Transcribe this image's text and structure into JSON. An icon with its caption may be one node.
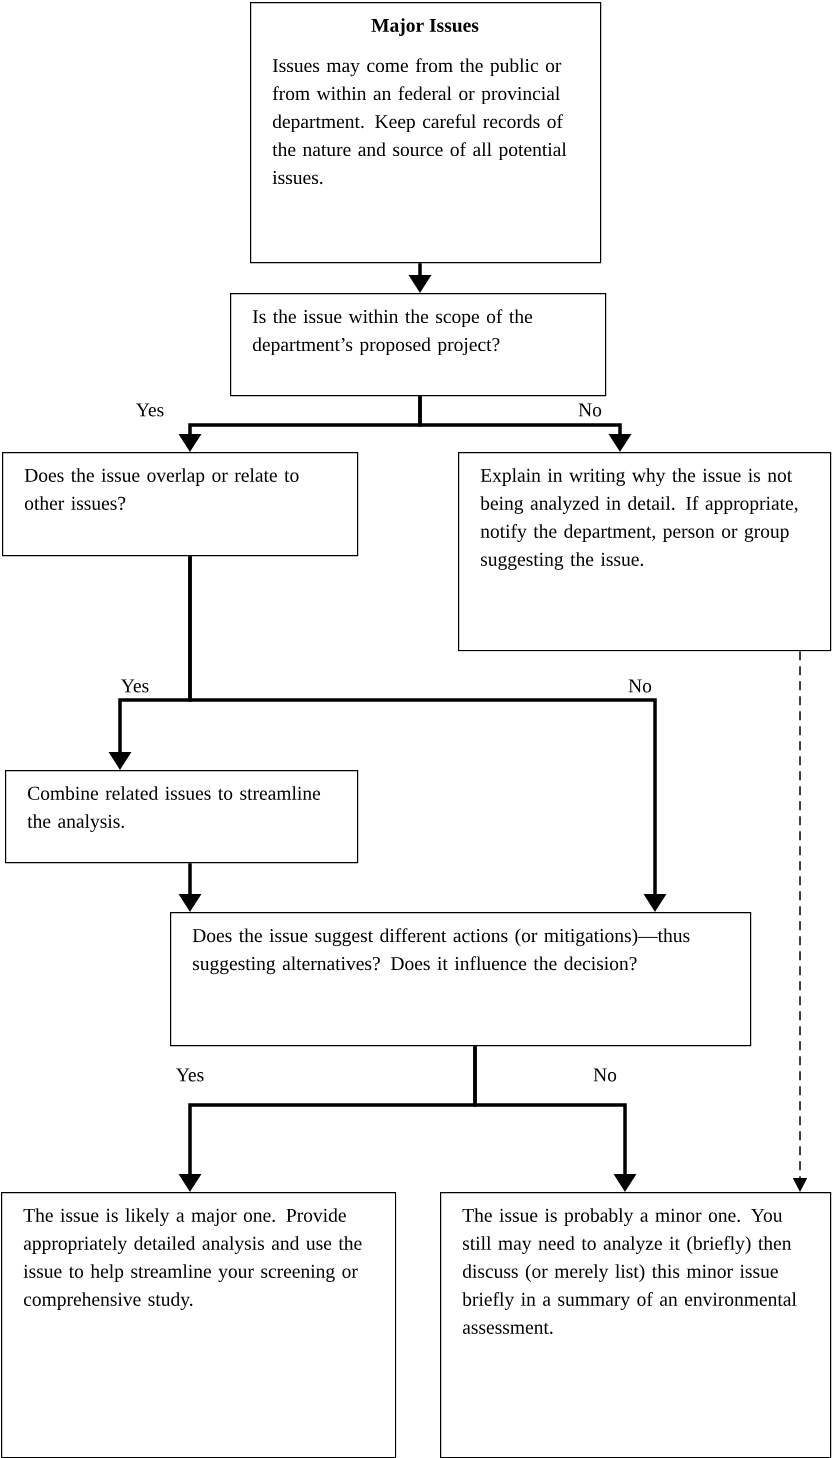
{
  "diagram": {
    "nodes": [
      {
        "text": [
          "Major Issues",
          "Issues may come from the public or from within an federal or provincial department. Keep careful records of the nature and source of all potential issues."
        ]
      },
      {
        "text": [
          "Is the issue within the scope of the department’s proposed project?"
        ]
      },
      {
        "text": [
          "Does the issue overlap or relate to other issues?"
        ]
      },
      {
        "text": [
          "Explain in writing why the issue is not being analyzed in detail. If appropriate, notify the department, person or group suggesting the issue."
        ]
      },
      {
        "text": [
          "Combine related issues to streamline the analysis."
        ]
      },
      {
        "text": [
          "Does the issue suggest different actions (or mitigations)—thus suggesting alternatives? Does it influence the decision?"
        ]
      },
      {
        "text": [
          "The issue is likely a major one. Provide appropriately detailed analysis and use the issue to help streamline your screening or comprehensive study."
        ]
      },
      {
        "text": [
          "The issue is probably a minor one. You still may need to analyze it (briefly) then discuss (or merely list) this minor issue briefly in a summary of an environmental assessment."
        ]
      }
    ],
    "edges": [
      {
        "from": 0,
        "to": 1,
        "arrow": "to"
      },
      {
        "from": 1,
        "to": 2,
        "arrow": "to",
        "label": "Yes"
      },
      {
        "from": 1,
        "to": 3,
        "arrow": "to",
        "label": "No"
      },
      {
        "from": 2,
        "to": 4,
        "arrow": "to",
        "label": "Yes"
      },
      {
        "from": 2,
        "to": 5,
        "arrow": "to",
        "label": "No"
      },
      {
        "from": 4,
        "to": 5,
        "arrow": "to"
      },
      {
        "from": 5,
        "to": 6,
        "arrow": "to",
        "label": "Yes"
      },
      {
        "from": 5,
        "to": 7,
        "arrow": "to",
        "label": "No"
      },
      {
        "from": 3,
        "to": 7,
        "arrow": "to",
        "style": "dashed"
      }
    ]
  }
}
